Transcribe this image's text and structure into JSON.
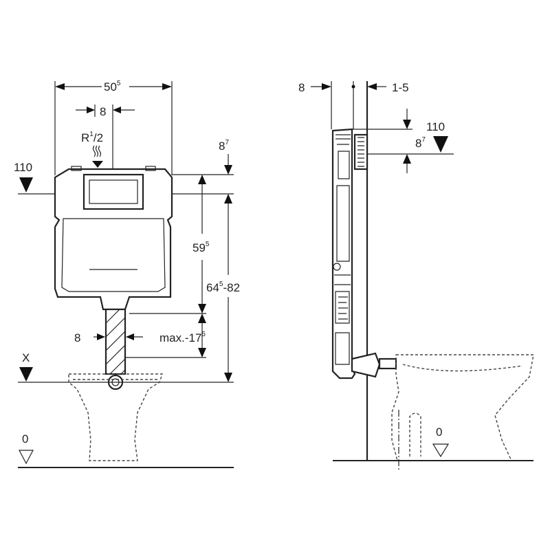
{
  "front": {
    "width_main": "50",
    "width_main_sup": "5",
    "pipe_offset": "8",
    "inlet_r": "R",
    "inlet_r_sup": "1",
    "inlet_r_frac": "/2",
    "height_small": "8",
    "height_small_sup": "7",
    "level_110": "110",
    "height_595": "59",
    "height_595_sup": "5",
    "height_range_a": "64",
    "height_range_sup": "5",
    "height_range_b": "-82",
    "pipe_width": "8",
    "max_label": "max.-17",
    "max_sup": "5",
    "level_x": "X",
    "level_0": "0"
  },
  "side": {
    "left_dim": "8",
    "right_dim": "1-5",
    "level_110": "110",
    "height_small": "8",
    "height_small_sup": "7",
    "level_0": "0"
  }
}
